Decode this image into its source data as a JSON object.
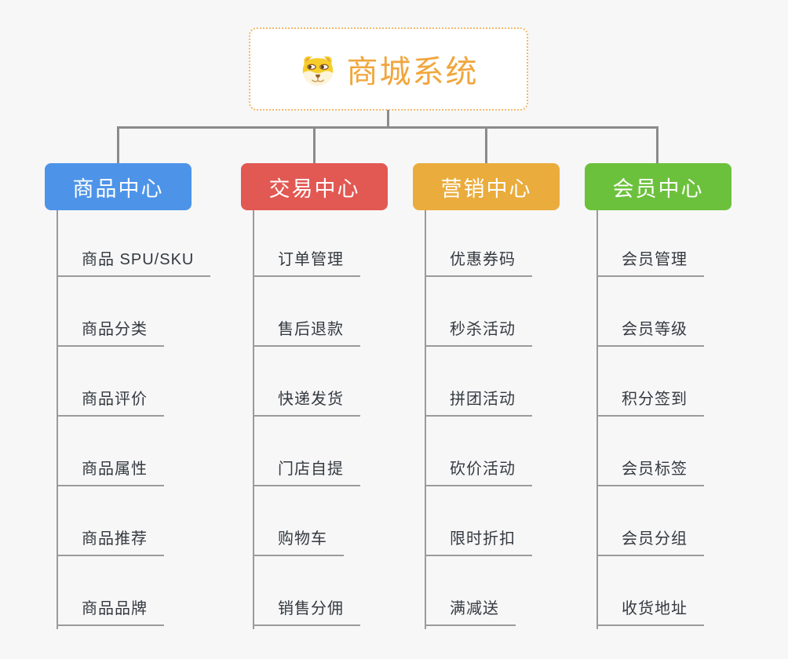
{
  "colors": {
    "background": "#f7f7f7",
    "connector": "#8b8b8b",
    "leaf_line": "#9b9b9b",
    "leaf_text": "#343940",
    "root_text": "#f0a63c",
    "root_border": "#f3b869",
    "branch_text": "#ffffff"
  },
  "root": {
    "title": "商城系统",
    "icon": "dog-face-icon"
  },
  "branches": [
    {
      "title": "商品中心",
      "color": "#4d94e9",
      "items": [
        "商品 SPU/SKU",
        "商品分类",
        "商品评价",
        "商品属性",
        "商品推荐",
        "商品品牌"
      ]
    },
    {
      "title": "交易中心",
      "color": "#e25853",
      "items": [
        "订单管理",
        "售后退款",
        "快递发货",
        "门店自提",
        "购物车",
        "销售分佣"
      ]
    },
    {
      "title": "营销中心",
      "color": "#eaac3c",
      "items": [
        "优惠券码",
        "秒杀活动",
        "拼团活动",
        "砍价活动",
        "限时折扣",
        "满减送"
      ]
    },
    {
      "title": "会员中心",
      "color": "#6cc13c",
      "items": [
        "会员管理",
        "会员等级",
        "积分签到",
        "会员标签",
        "会员分组",
        "收货地址"
      ]
    }
  ]
}
